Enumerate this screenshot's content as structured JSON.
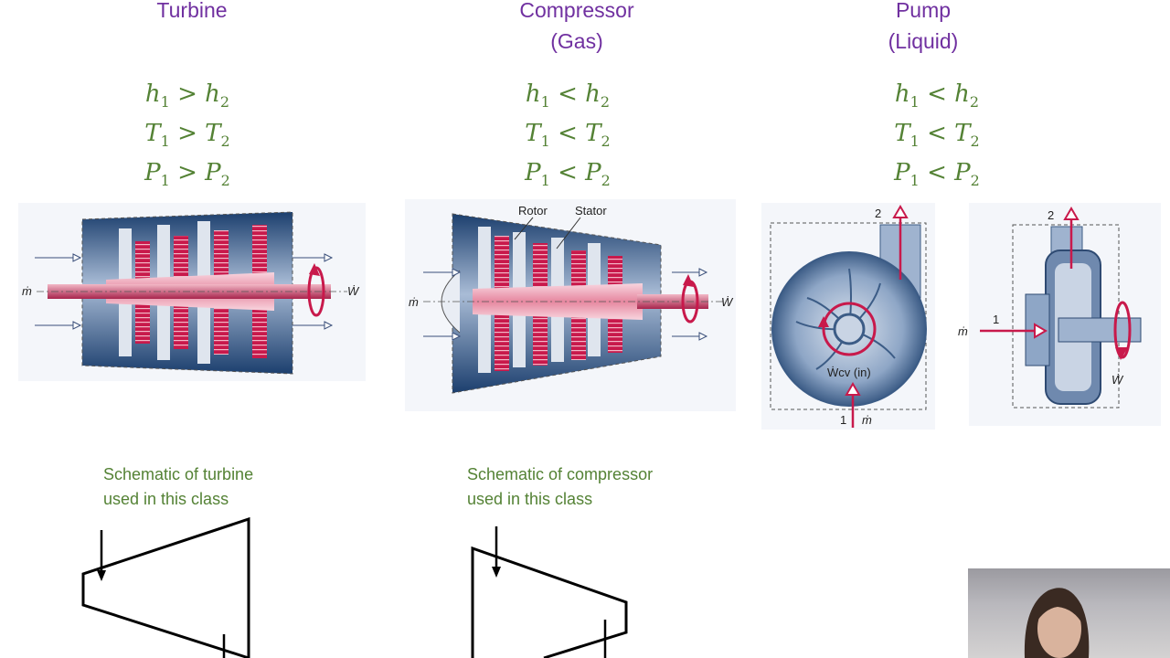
{
  "columns": [
    {
      "title": "Turbine",
      "subtitle": "",
      "relations": [
        [
          "h",
          "1",
          ">",
          "h",
          "2"
        ],
        [
          "T",
          "1",
          ">",
          "T",
          "2"
        ],
        [
          "P",
          "1",
          ">",
          "P",
          "2"
        ]
      ]
    },
    {
      "title": "Compressor",
      "subtitle": "(Gas)",
      "relations": [
        [
          "h",
          "1",
          "<",
          "h",
          "2"
        ],
        [
          "T",
          "1",
          "<",
          "T",
          "2"
        ],
        [
          "P",
          "1",
          "<",
          "P",
          "2"
        ]
      ]
    },
    {
      "title": "Pump",
      "subtitle": "(Liquid)",
      "relations": [
        [
          "h",
          "1",
          "<",
          "h",
          "2"
        ],
        [
          "T",
          "1",
          "<",
          "T",
          "2"
        ],
        [
          "P",
          "1",
          "<",
          "P",
          "2"
        ]
      ]
    }
  ],
  "turbine_figure": {
    "mass_flow_label": "ṁ",
    "work_label": "Ẇ"
  },
  "compressor_figure": {
    "rotor_label": "Rotor",
    "stator_label": "Stator",
    "mass_flow_label": "ṁ",
    "work_label": "Ẇ"
  },
  "pump_figure": {
    "outlet_label": "2",
    "inlet_label": "1",
    "mass_flow_label": "ṁ",
    "work_label": "Ẇcv (in)",
    "side_outlet_label": "2",
    "side_inlet_label": "1",
    "side_mass_flow_label": "ṁ",
    "side_work_label": "Ẇ"
  },
  "captions": {
    "turbine": [
      "Schematic of turbine",
      "used in this class"
    ],
    "compressor": [
      "Schematic of compressor",
      "used in this class"
    ]
  },
  "colors": {
    "title": "#7030a0",
    "relations": "#548235",
    "captions": "#548235",
    "arrows": "#c8194b"
  }
}
